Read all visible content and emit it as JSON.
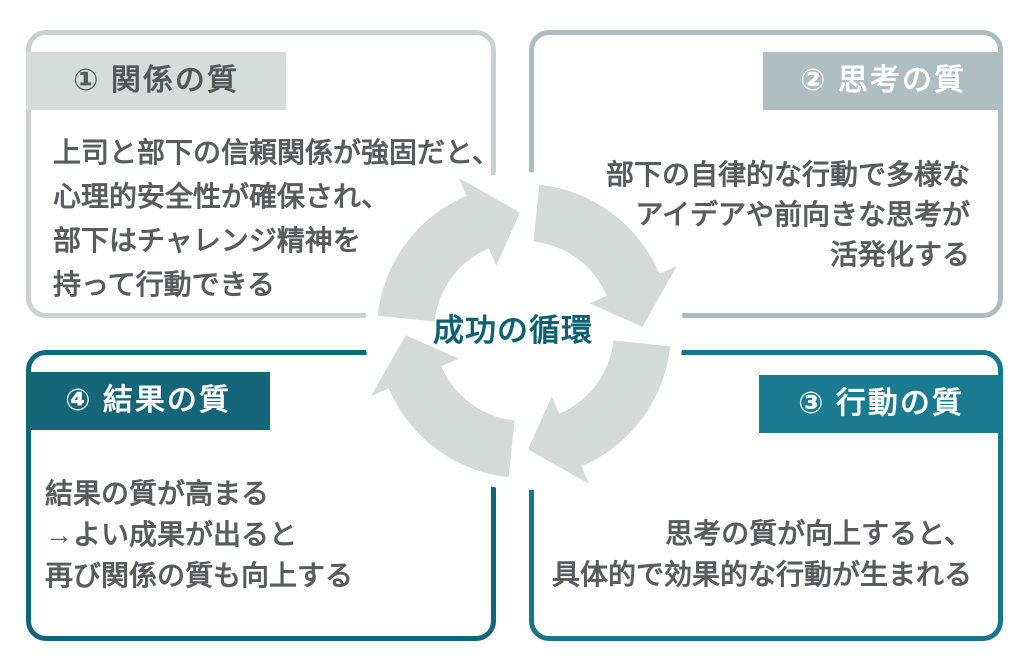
{
  "diagram": {
    "center_label": "成功の循環",
    "center_label_color": "#0d6173"
  },
  "cycle": {
    "segments": [
      {
        "name": "relations-arc",
        "color": "#d3dad8"
      },
      {
        "name": "thinking-arc",
        "color": "#b0c0c3"
      },
      {
        "name": "action-arc",
        "color": "#19758a"
      },
      {
        "name": "results-arc",
        "color": "#0f6476"
      }
    ]
  },
  "cards": [
    {
      "header": "① 関係の質",
      "header_bg": "#d6dcd9",
      "header_text_color": "#54585a",
      "border_color": "#c8d2d0",
      "lines": [
        "上司と部下の信頼関係が強固だと、",
        "心理的安全性が確保され、",
        "部下はチャレンジ精神を",
        "持って行動できる"
      ]
    },
    {
      "header": "② 思考の質",
      "header_bg": "#aebec1",
      "header_text_color": "#ffffff",
      "border_color": "#acbdc0",
      "lines": [
        "部下の自律的な行動で多様な",
        "アイデアや前向きな思考が",
        "活発化する"
      ]
    },
    {
      "header": "③ 行動の質",
      "header_bg": "#1b7b90",
      "header_text_color": "#ffffff",
      "border_color": "#19758a",
      "lines": [
        "思考の質が向上すると、",
        "具体的で効果的な行動が生まれる"
      ]
    },
    {
      "header": "④ 結果の質",
      "header_bg": "#156679",
      "header_text_color": "#ffffff",
      "border_color": "#11677a",
      "lines": [
        "結果の質が高まる",
        "→よい成果が出ると",
        "再び関係の質も向上する"
      ]
    }
  ],
  "text_color": "#595c5e"
}
